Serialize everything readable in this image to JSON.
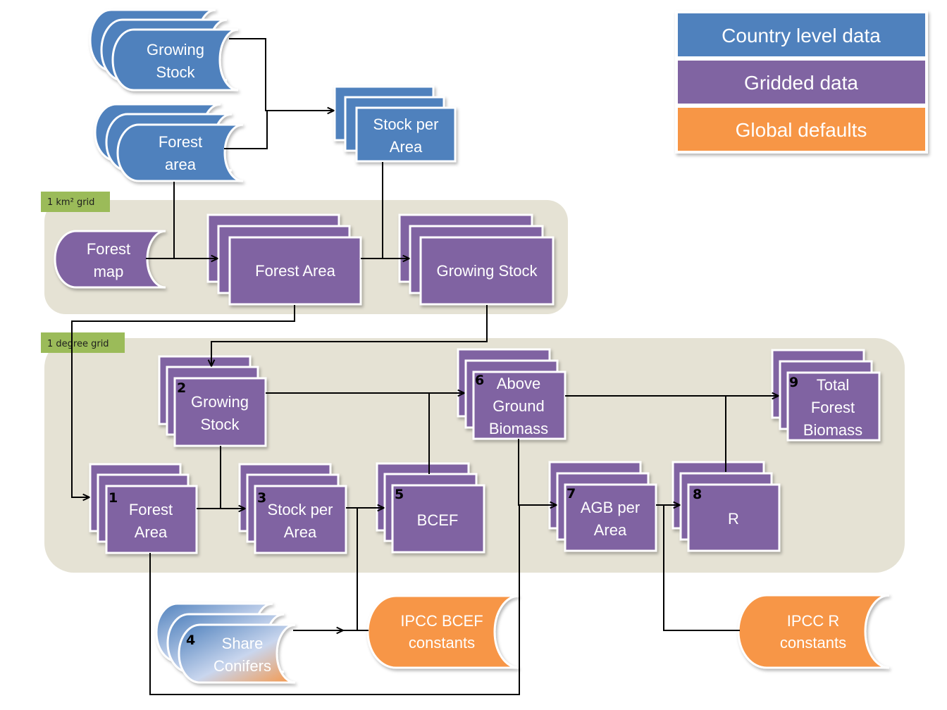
{
  "colors": {
    "country_level": "#4f81bd",
    "gridded": "#8064a2",
    "global_defaults": "#f79646",
    "grid_tag": "#9bbb59",
    "grid_panel": "#e5e2d4"
  },
  "legend": {
    "items": [
      {
        "label": "Country level data",
        "category": "country_level"
      },
      {
        "label": "Gridded data",
        "category": "gridded"
      },
      {
        "label": "Global defaults",
        "category": "global_defaults"
      }
    ]
  },
  "grids": {
    "km": {
      "label": "1 km² grid"
    },
    "degree": {
      "label": "1 degree grid"
    }
  },
  "country_level": {
    "growing_stock": {
      "lines": [
        "Growing",
        "Stock"
      ]
    },
    "forest_area": {
      "lines": [
        "Forest",
        "area"
      ]
    },
    "stock_per_area": {
      "lines": [
        "Stock per",
        "Area"
      ]
    }
  },
  "km_grid": {
    "forest_map": {
      "lines": [
        "Forest",
        "map"
      ]
    },
    "forest_area": {
      "label": "Forest Area"
    },
    "growing_stock": {
      "label": "Growing Stock"
    }
  },
  "degree_grid": {
    "forest_area": {
      "step": "1",
      "lines": [
        "Forest",
        "Area"
      ]
    },
    "growing_stock": {
      "step": "2",
      "lines": [
        "Growing",
        "Stock"
      ]
    },
    "stock_per_area": {
      "step": "3",
      "lines": [
        "Stock per",
        "Area"
      ]
    },
    "bcef": {
      "step": "5",
      "lines": [
        "BCEF"
      ]
    },
    "above_ground_biomass": {
      "step": "6",
      "lines": [
        "Above",
        "Ground",
        "Biomass"
      ]
    },
    "agb_per_area": {
      "step": "7",
      "lines": [
        "AGB per",
        "Area"
      ]
    },
    "r": {
      "step": "8",
      "lines": [
        "R"
      ]
    },
    "total_forest_biomass": {
      "step": "9",
      "lines": [
        "Total",
        "Forest",
        "Biomass"
      ]
    }
  },
  "share_conifers": {
    "step": "4",
    "lines": [
      "Share",
      "Conifers"
    ]
  },
  "global_defaults": {
    "ipcc_bcef": {
      "lines": [
        "IPCC BCEF",
        "constants"
      ]
    },
    "ipcc_r": {
      "lines": [
        "IPCC R",
        "constants"
      ]
    }
  }
}
